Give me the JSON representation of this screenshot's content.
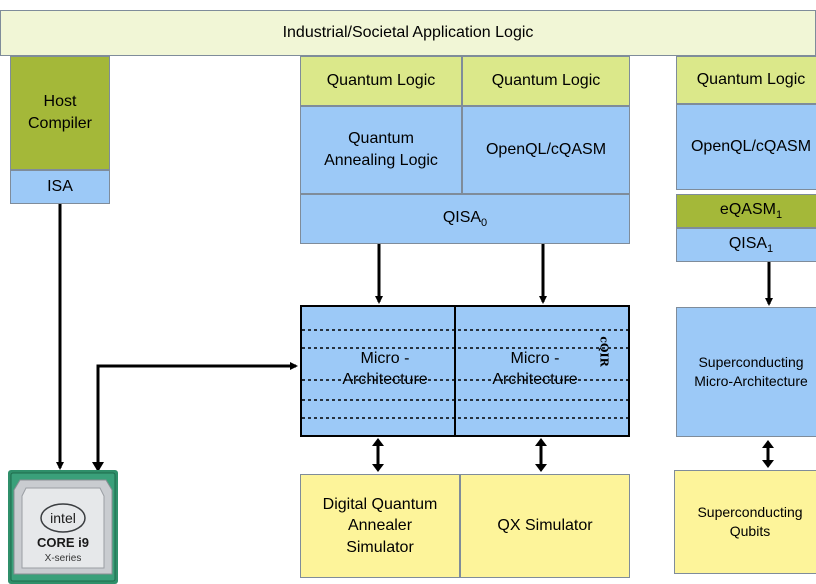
{
  "application_layer": {
    "label": "Industrial/Societal Application Logic"
  },
  "host": {
    "compiler_label": "Host\nCompiler",
    "isa_label": "ISA"
  },
  "quantum_stack_1": {
    "quantum_logic_left": "Quantum Logic",
    "quantum_logic_right": "Quantum Logic",
    "annealing_logic": "Quantum\nAnnealing Logic",
    "openql_label": "OpenQL/cQASM",
    "qisa_base": "QISA",
    "qisa_sub": "0"
  },
  "quantum_stack_2": {
    "quantum_logic": "Quantum Logic",
    "openql_label": "OpenQL/cQASM",
    "eqasm_base": "eQASM",
    "eqasm_sub": "1",
    "qisa_base": "QISA",
    "qisa_sub": "1"
  },
  "micro_architecture": {
    "left_label": "Micro -\nArchitecture",
    "right_label": "Micro -\nArchitecture",
    "side_label": "cQIR"
  },
  "superconducting": {
    "micro_label": "Superconducting\nMicro-Architecture",
    "qubits_label": "Superconducting\nQubits"
  },
  "simulators": {
    "annealer_label": "Digital Quantum\nAnnealer\nSimulator",
    "qx_label": "QX Simulator"
  },
  "cpu": {
    "brand": "intel",
    "model": "CORE i9",
    "series": "X-series"
  },
  "colors": {
    "app_bar": "#f1f6d6",
    "green_light": "#dbe88a",
    "green_dark": "#a4b839",
    "blue": "#9cc9f7",
    "yellow": "#fdf49a"
  }
}
